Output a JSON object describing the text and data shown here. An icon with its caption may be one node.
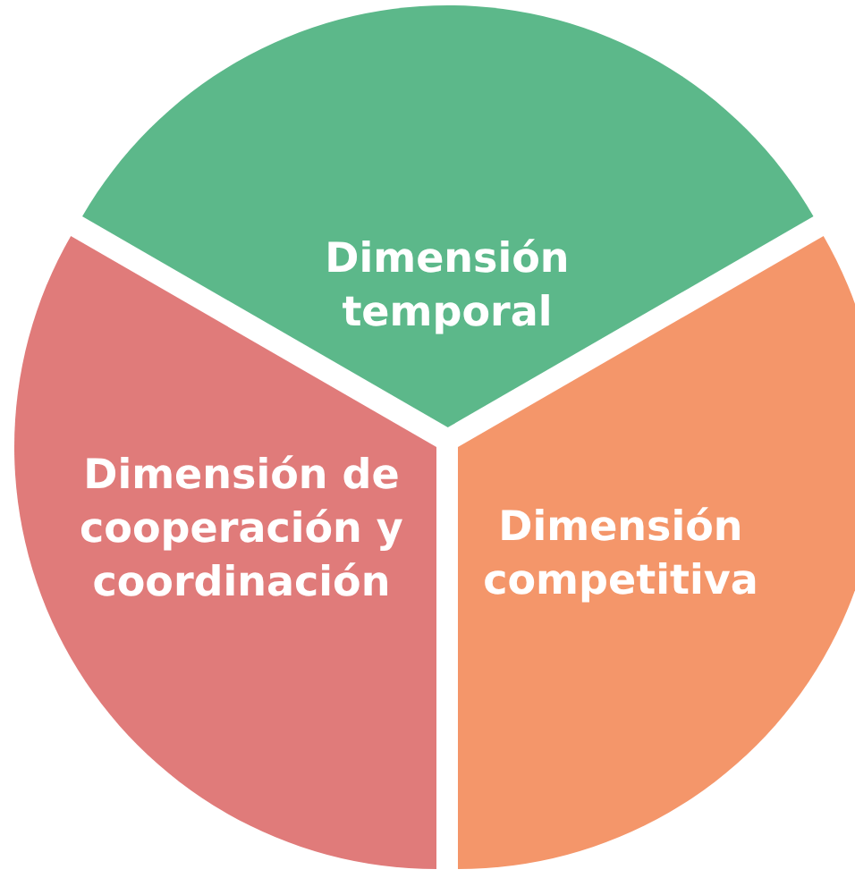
{
  "diagram": {
    "nodes": [
      {
        "text": [
          "Dimensión temporal"
        ]
      },
      {
        "text": [
          "Dimensión de cooperación y coordinación"
        ]
      },
      {
        "text": [
          "Dimensión competitiva"
        ]
      }
    ]
  }
}
